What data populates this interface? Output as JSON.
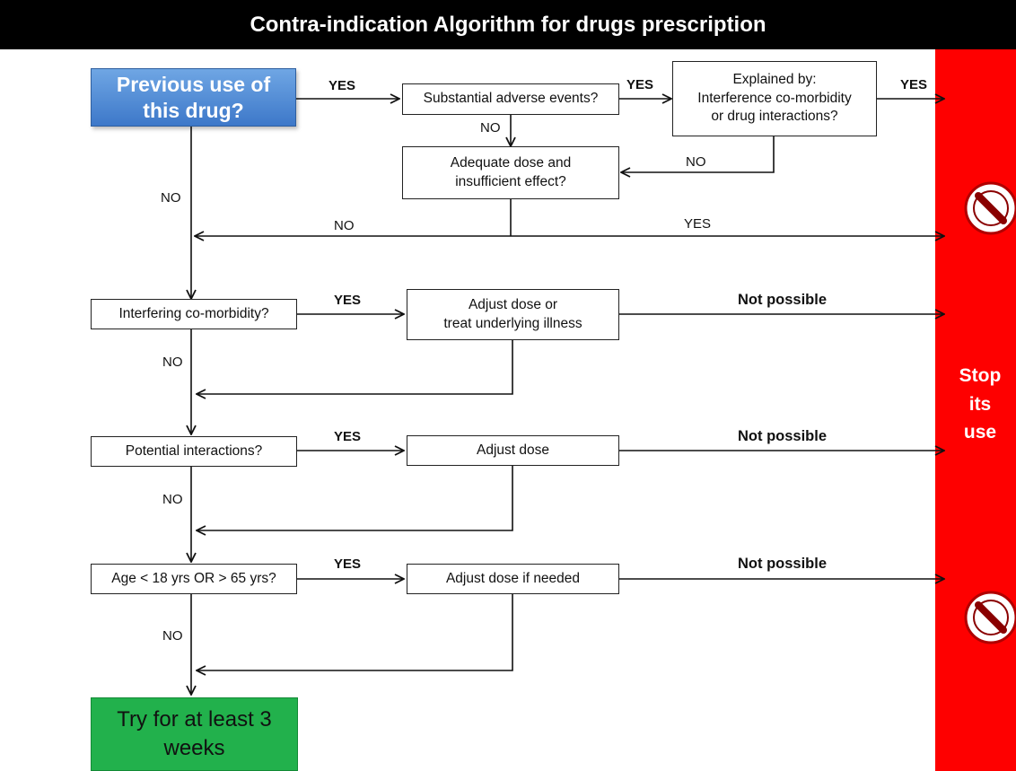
{
  "title": "Contra-indication Algorithm for drugs prescription",
  "start": "Previous use of\nthis drug?",
  "nodes": {
    "adverse": "Substantial adverse events?",
    "explained": "Explained by:\nInterference co-morbidity\nor drug interactions?",
    "adequate": "Adequate dose and\ninsufficient effect?",
    "comorbidity": "Interfering co-morbidity?",
    "adjust_illness": "Adjust dose or\ntreat underlying illness",
    "interactions": "Potential interactions?",
    "adjust_dose": "Adjust dose",
    "age": "Age < 18 yrs OR > 65 yrs?",
    "adjust_if_needed": "Adjust dose if needed"
  },
  "end": "Try for at least 3\nweeks",
  "stop": "Stop\nits\nuse",
  "labels": {
    "yes": "YES",
    "no": "NO",
    "yes_plain": "YES",
    "not_possible": "Not possible"
  },
  "colors": {
    "start": "#4a86d6",
    "end": "#22b14c",
    "stop": "#fe0000",
    "title_bg": "#000000"
  },
  "icons": [
    "no-entry-icon",
    "no-entry-icon"
  ]
}
